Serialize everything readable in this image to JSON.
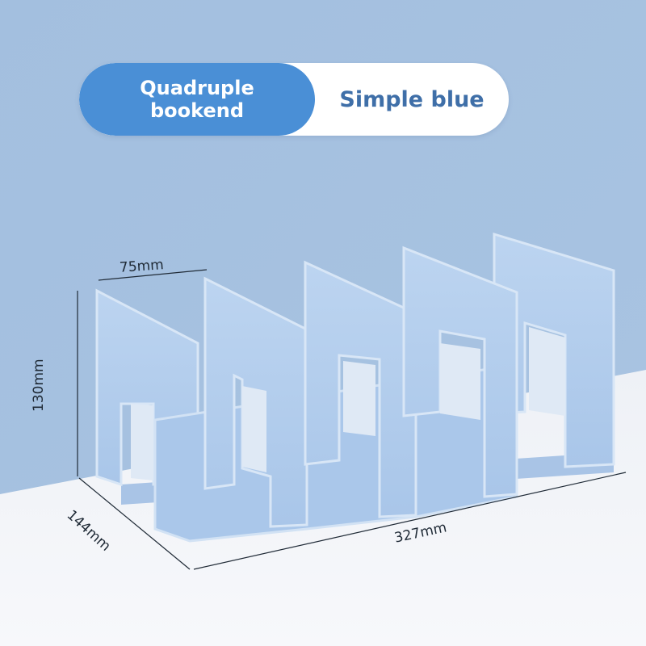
{
  "banner": {
    "product_line1": "Quadruple",
    "product_line2": "bookend",
    "color_name": "Simple blue"
  },
  "dimensions": {
    "width": "75mm",
    "height": "130mm",
    "depth": "144mm",
    "length": "327mm"
  },
  "colors": {
    "wall": "#a6c2e1",
    "floor": "#f2f4f8",
    "banner_accent": "#4a8fd6",
    "banner_text_right": "#3f6fa8",
    "product": "#b8d0ee"
  }
}
